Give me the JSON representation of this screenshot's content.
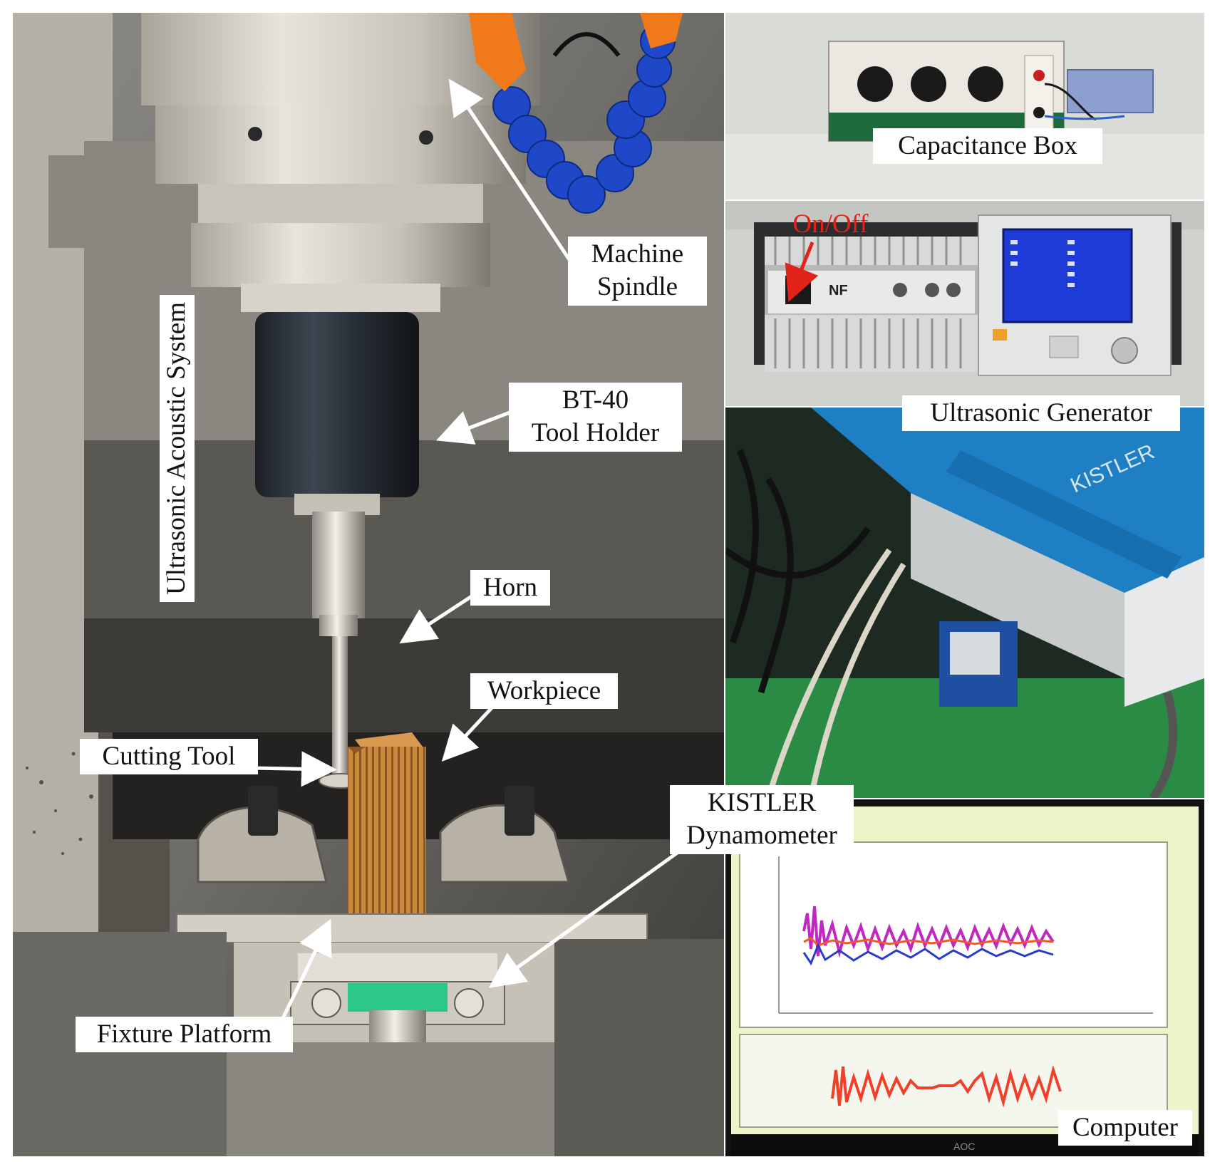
{
  "labels": {
    "machine_spindle_line1": "Machine",
    "machine_spindle_line2": "Spindle",
    "tool_holder_line1": "BT-40",
    "tool_holder_line2": "Tool Holder",
    "horn": "Horn",
    "workpiece": "Workpiece",
    "cutting_tool": "Cutting Tool",
    "fixture_platform": "Fixture Platform",
    "dynamometer_line1": "KISTLER",
    "dynamometer_line2": "Dynamometer",
    "ultrasonic_acoustic_system": "Ultrasonic Acoustic System",
    "capacitance_box": "Capacitance Box",
    "on_off": "On/Off",
    "ultrasonic_generator": "Ultrasonic Generator",
    "computer": "Computer"
  },
  "device_text": {
    "generator_brand": "NF",
    "kistler_logo": "KISTLER",
    "monitor_brand": "AOC"
  },
  "colors": {
    "coolant_pipe": "#1f48c8",
    "nozzle": "#f07a1a",
    "workpiece": "#c8843a",
    "kistler_blue": "#1f7fc4",
    "annotation_red": "#e2231a",
    "signal_magenta": "#c028c0",
    "signal_orange": "#f05a28",
    "signal_blue": "#2a3ccc"
  }
}
